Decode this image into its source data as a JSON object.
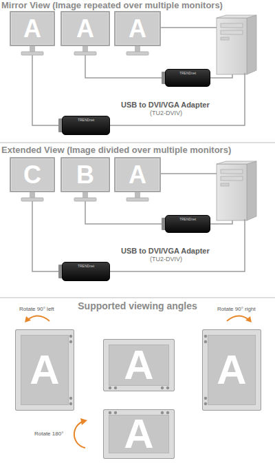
{
  "diagram": {
    "nodes": [
      {
        "text": [
          "A"
        ]
      },
      {
        "text": [
          "A"
        ]
      },
      {
        "text": [
          "A"
        ]
      },
      {
        "text": [
          "TRENDnet"
        ]
      },
      {
        "text": [
          "TRENDnet"
        ]
      },
      {
        "text": [
          "C"
        ]
      },
      {
        "text": [
          "B"
        ]
      },
      {
        "text": [
          "A"
        ]
      },
      {
        "text": [
          "TRENDnet"
        ]
      },
      {
        "text": [
          "TRENDnet"
        ]
      },
      {
        "text": [
          "A"
        ]
      },
      {
        "text": [
          "A"
        ]
      },
      {
        "text": [
          "A"
        ]
      },
      {
        "text": [
          "A"
        ]
      }
    ],
    "edges": [
      {
        "from": 1,
        "to": 3,
        "arrow": "none"
      },
      {
        "from": 0,
        "to": 4,
        "arrow": "none"
      },
      {
        "from": 6,
        "to": 8,
        "arrow": "none"
      },
      {
        "from": 5,
        "to": 9,
        "arrow": "none"
      }
    ],
    "labels": [
      "Mirror View (Image repeated over multiple monitors)",
      "USB to DVI/VGA Adapter",
      "(TU2-DVIV)",
      "Extended View (Image divided over multiple monitors)",
      "USB to DVI/VGA Adapter",
      "(TU2-DVIV)",
      "Supported viewing angles",
      "Rotate 90° left",
      "Rotate 90° right",
      "Rotate 180°"
    ]
  }
}
